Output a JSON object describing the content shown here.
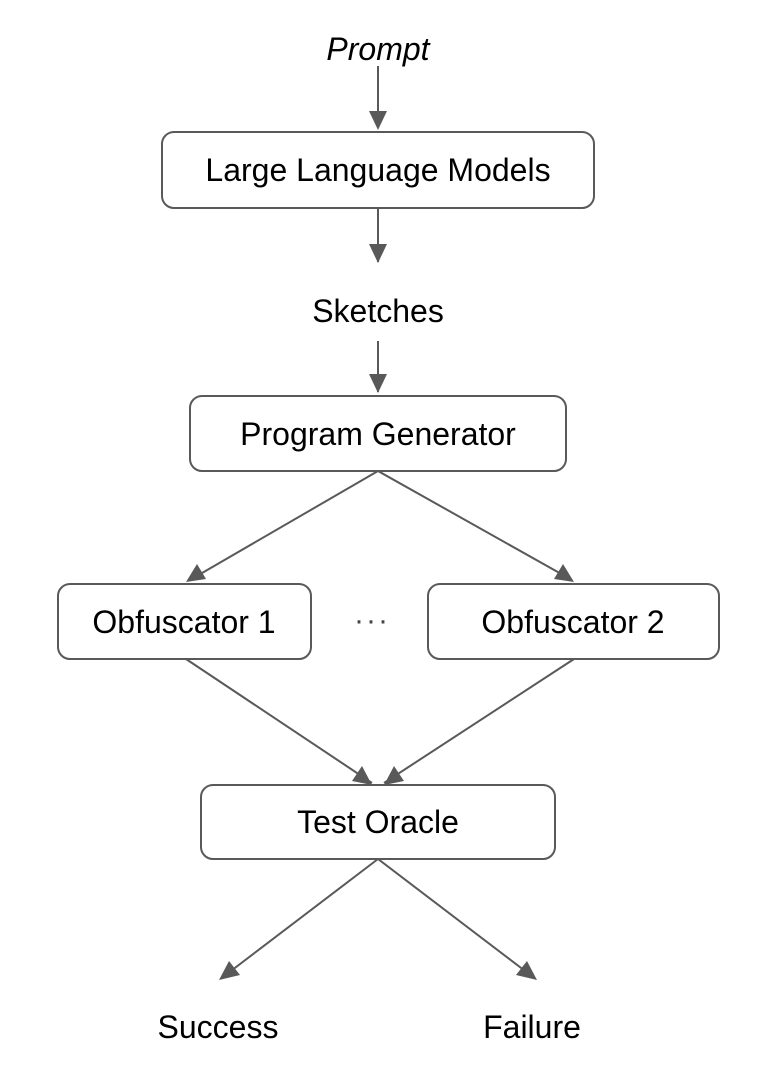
{
  "diagram": {
    "input": "Prompt",
    "llm": "Large Language Models",
    "sketches": "Sketches",
    "generator": "Program Generator",
    "obfuscator_1": "Obfuscator 1",
    "ellipsis": "···",
    "obfuscator_2": "Obfuscator 2",
    "oracle": "Test Oracle",
    "success": "Success",
    "failure": "Failure"
  },
  "colors": {
    "stroke": "#595959",
    "text": "#000000",
    "background": "#ffffff"
  }
}
